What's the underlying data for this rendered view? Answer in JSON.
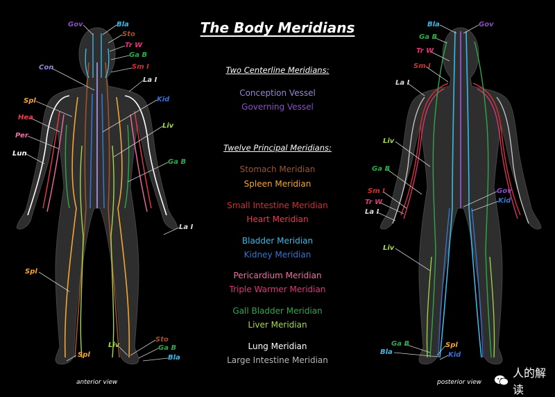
{
  "title": "The Body Meridians",
  "sections": {
    "centerline": "Two Centerline Meridians:",
    "principal": "Twelve Principal Meridians:"
  },
  "meridians": [
    {
      "name": "Conception Vessel",
      "color": "#9a84d6"
    },
    {
      "name": "Governing Vessel",
      "color": "#8a4fc4"
    },
    {
      "name": "Stomach Meridian",
      "color": "#a0522d"
    },
    {
      "name": "Spleen Meridian",
      "color": "#f2a637"
    },
    {
      "name": "Small Intestine Meridian",
      "color": "#d03030"
    },
    {
      "name": "Heart Meridian",
      "color": "#ee3a4a"
    },
    {
      "name": "Bladder Meridian",
      "color": "#3db8e8"
    },
    {
      "name": "Kidney Meridian",
      "color": "#3a72d0"
    },
    {
      "name": "Pericardium Meridian",
      "color": "#f06fa4"
    },
    {
      "name": "Triple Warmer Meridian",
      "color": "#e0357a"
    },
    {
      "name": "Gall Bladder Meridian",
      "color": "#2fa84a"
    },
    {
      "name": "Liver Meridian",
      "color": "#a8d84a"
    },
    {
      "name": "Lung Meridian",
      "color": "#ffffff"
    },
    {
      "name": "Large Intestine Meridian",
      "color": "#b8b8b8"
    }
  ],
  "anterior": {
    "view_label": "anterior view",
    "labels": [
      {
        "text": "Gov",
        "color": "#8a4fc4"
      },
      {
        "text": "Bla",
        "color": "#3db8e8"
      },
      {
        "text": "Sto",
        "color": "#a0522d"
      },
      {
        "text": "Tr W",
        "color": "#e0357a"
      },
      {
        "text": "Ga B",
        "color": "#2fa84a"
      },
      {
        "text": "Sm I",
        "color": "#d03030"
      },
      {
        "text": "Con",
        "color": "#9a84d6"
      },
      {
        "text": "La I",
        "color": "#dddddd"
      },
      {
        "text": "Spl",
        "color": "#f2a637"
      },
      {
        "text": "Kid",
        "color": "#3a72d0"
      },
      {
        "text": "Hea",
        "color": "#ee3a4a"
      },
      {
        "text": "Liv",
        "color": "#a8d84a"
      },
      {
        "text": "Per",
        "color": "#f06fa4"
      },
      {
        "text": "Lun",
        "color": "#ffffff"
      },
      {
        "text": "Ga B",
        "color": "#2fa84a"
      },
      {
        "text": "La I",
        "color": "#dddddd"
      },
      {
        "text": "Spl",
        "color": "#f2a637"
      },
      {
        "text": "Sto",
        "color": "#a0522d"
      },
      {
        "text": "Liv",
        "color": "#a8d84a"
      },
      {
        "text": "Ga B",
        "color": "#2fa84a"
      },
      {
        "text": "Spl",
        "color": "#f2a637"
      },
      {
        "text": "Bla",
        "color": "#3db8e8"
      }
    ]
  },
  "posterior": {
    "view_label": "posterior view",
    "labels": [
      {
        "text": "Bla",
        "color": "#3db8e8"
      },
      {
        "text": "Gov",
        "color": "#8a4fc4"
      },
      {
        "text": "Ga B",
        "color": "#2fa84a"
      },
      {
        "text": "Tr W",
        "color": "#e0357a"
      },
      {
        "text": "Sm I",
        "color": "#d03030"
      },
      {
        "text": "La I",
        "color": "#dddddd"
      },
      {
        "text": "Liv",
        "color": "#a8d84a"
      },
      {
        "text": "Ga B",
        "color": "#2fa84a"
      },
      {
        "text": "Sm I",
        "color": "#d03030"
      },
      {
        "text": "Tr W",
        "color": "#e0357a"
      },
      {
        "text": "La I",
        "color": "#dddddd"
      },
      {
        "text": "Gov",
        "color": "#8a4fc4"
      },
      {
        "text": "Kid",
        "color": "#3a72d0"
      },
      {
        "text": "Liv",
        "color": "#a8d84a"
      },
      {
        "text": "Ga B",
        "color": "#2fa84a"
      },
      {
        "text": "Bla",
        "color": "#3db8e8"
      },
      {
        "text": "Spl",
        "color": "#f2a637"
      },
      {
        "text": "Kid",
        "color": "#3a72d0"
      }
    ]
  },
  "watermark": {
    "text": "人的解读"
  }
}
